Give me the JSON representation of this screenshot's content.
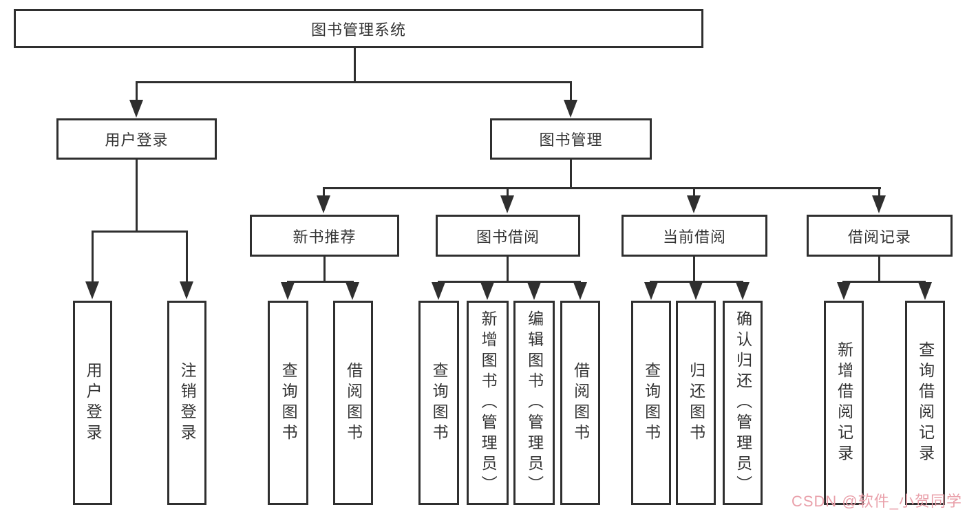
{
  "nodes": {
    "root": "图书管理系统",
    "user_login": "用户登录",
    "book_mgmt": "图书管理",
    "new_book_rec": "新书推荐",
    "book_borrow": "图书借阅",
    "current_borrow": "当前借阅",
    "borrow_records": "借阅记录",
    "ul_login": "用户登录",
    "ul_logout": "注销登录",
    "nb_query": "查询图书",
    "nb_borrow": "借阅图书",
    "bb_query": "查询图书",
    "bb_add": "新增图书（管理员）",
    "bb_edit": "编辑图书（管理员）",
    "bb_borrow": "借阅图书",
    "cb_query": "查询图书",
    "cb_return": "归还图书",
    "cb_confirm": "确认归还（管理员）",
    "br_add": "新增借阅记录",
    "br_query": "查询借阅记录"
  },
  "hierarchy": {
    "图书管理系统": {
      "用户登录": [
        "用户登录",
        "注销登录"
      ],
      "图书管理": {
        "新书推荐": [
          "查询图书",
          "借阅图书"
        ],
        "图书借阅": [
          "查询图书",
          "新增图书（管理员）",
          "编辑图书（管理员）",
          "借阅图书"
        ],
        "当前借阅": [
          "查询图书",
          "归还图书",
          "确认归还（管理员）"
        ],
        "借阅记录": [
          "新增借阅记录",
          "查询借阅记录"
        ]
      }
    }
  },
  "watermark": "CSDN @软件_小贺同学",
  "colors": {
    "line": "#2f2f2f",
    "text": "#333333",
    "watermark": "#e9a0aa",
    "box_background": "#ffffff",
    "page_background": "#ffffff"
  }
}
